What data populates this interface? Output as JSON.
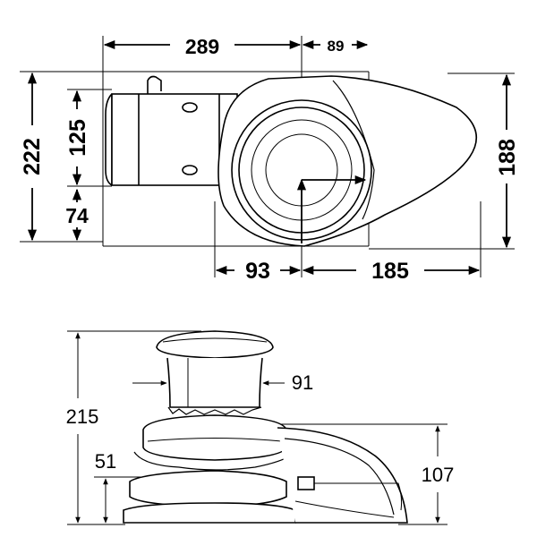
{
  "top_view": {
    "dims": {
      "overall_length": "289",
      "offset_right": "89",
      "overall_width": "222",
      "motor_height": "125",
      "motor_offset": "74",
      "housing_depth": "188",
      "left_to_center": "93",
      "center_to_right": "185"
    }
  },
  "side_view": {
    "dims": {
      "total_height": "215",
      "drum_diameter": "91",
      "base_height": "51",
      "hawse_height": "107"
    }
  }
}
